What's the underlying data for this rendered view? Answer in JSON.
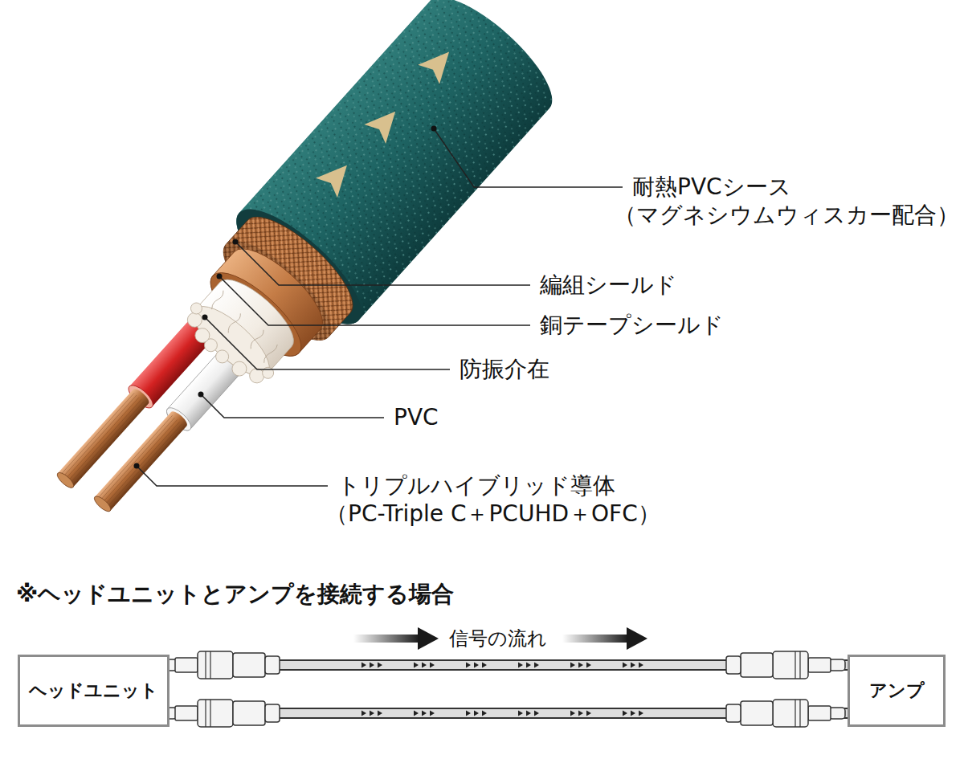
{
  "diagram": {
    "nodes": [
      {
        "text": [
          "ヘッドユニット"
        ]
      },
      {
        "text": [
          "アンプ"
        ]
      }
    ],
    "edges": [
      {
        "from": 0,
        "to": 1,
        "arrow": "none"
      },
      {
        "from": 0,
        "to": 1,
        "arrow": "none"
      }
    ],
    "labels": [
      "耐熱PVCシース",
      "（マグネシウムウィスカー配合）",
      "編組シールド",
      "銅テープシールド",
      "防振介在",
      "PVC",
      "トリプルハイブリッド導体",
      "（PC-Triple C＋PCUHD＋OFC）",
      "※ヘッドユニットとアンプを接続する場合",
      "信号の流れ"
    ]
  }
}
